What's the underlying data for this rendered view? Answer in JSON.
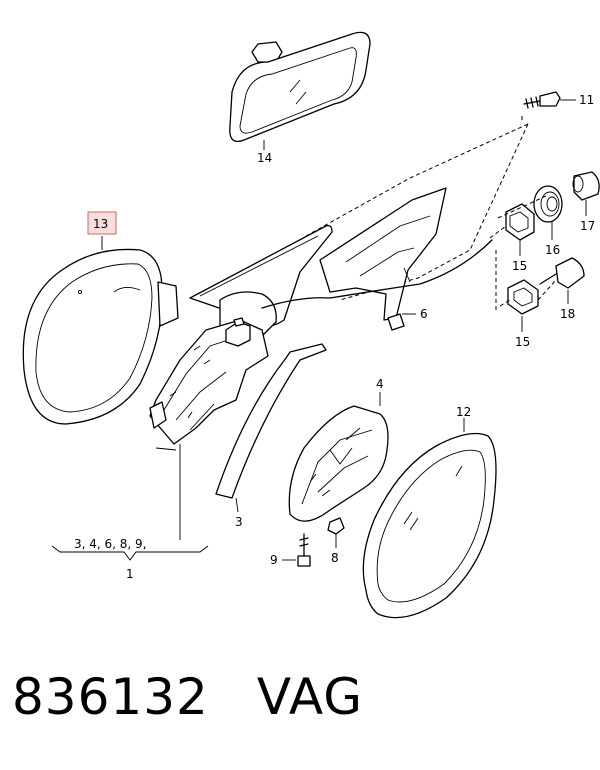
{
  "labels": {
    "p1": "1",
    "p1_sub": "3, 4, 6, 8, 9,",
    "p3": "3",
    "p4": "4",
    "p6": "6",
    "p8": "8",
    "p9": "9",
    "p11": "11",
    "p12": "12",
    "p13": "13",
    "p14": "14",
    "p15a": "15",
    "p15b": "15",
    "p16": "16",
    "p17": "17",
    "p18": "18"
  },
  "highlight": {
    "part": "13",
    "color": "#f6dede"
  },
  "footer": {
    "part_number": "836132",
    "brand": "VAG"
  }
}
